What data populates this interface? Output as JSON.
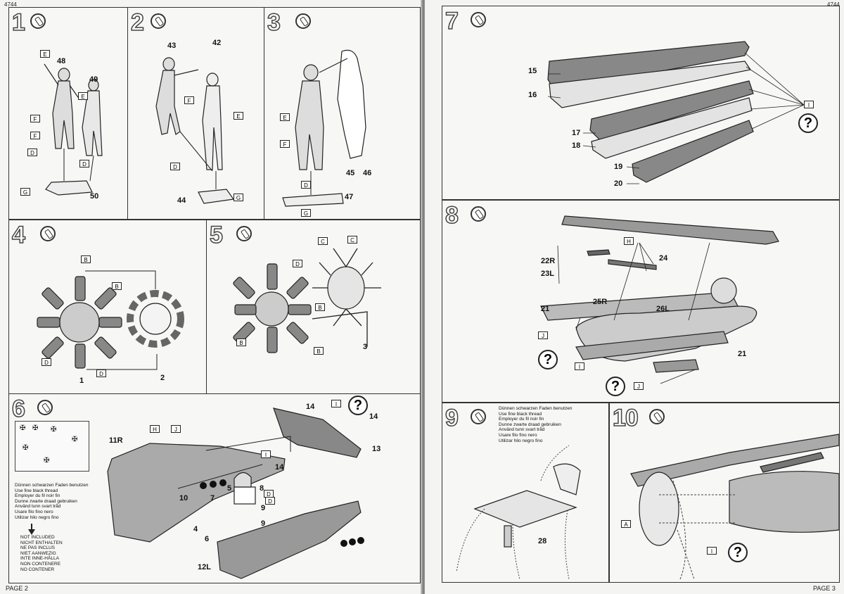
{
  "pages": {
    "left": {
      "header": "4744",
      "footer": "PAGE 2"
    },
    "right": {
      "header": "4744",
      "footer": "PAGE 3"
    }
  },
  "steps": [
    {
      "num": "1",
      "parts": [
        "48",
        "49",
        "50"
      ],
      "tags": [
        "E",
        "E",
        "F",
        "F",
        "D",
        "D",
        "G"
      ]
    },
    {
      "num": "2",
      "parts": [
        "43",
        "42",
        "44"
      ],
      "tags": [
        "E",
        "F",
        "D",
        "G"
      ]
    },
    {
      "num": "3",
      "parts": [
        "45",
        "46",
        "47"
      ],
      "tags": [
        "E",
        "F",
        "D",
        "G"
      ]
    },
    {
      "num": "4",
      "parts": [
        "1",
        "2"
      ],
      "tags": [
        "B",
        "B",
        "D",
        "D"
      ]
    },
    {
      "num": "5",
      "parts": [
        "3"
      ],
      "tags": [
        "C",
        "C",
        "D",
        "B",
        "B",
        "B"
      ]
    },
    {
      "num": "6",
      "parts": [
        "11R",
        "12L",
        "13",
        "14",
        "14",
        "14",
        "10",
        "7",
        "4",
        "5",
        "6",
        "8",
        "9",
        "9"
      ],
      "tags": [
        "H",
        "J",
        "I",
        "I",
        "D",
        "D"
      ]
    },
    {
      "num": "7",
      "parts": [
        "15",
        "16",
        "17",
        "18",
        "19",
        "20"
      ],
      "tags": [
        "I"
      ]
    },
    {
      "num": "8",
      "parts": [
        "22R",
        "23L",
        "24",
        "21",
        "25R",
        "26L",
        "21"
      ],
      "tags": [
        "H",
        "J",
        "I",
        "J"
      ]
    },
    {
      "num": "9",
      "parts": [
        "28"
      ],
      "tags": []
    },
    {
      "num": "10",
      "parts": [],
      "tags": [
        "A",
        "I"
      ]
    }
  ],
  "thread_note": [
    "Dünnen schwarzen Faden benutzen",
    "Use fine black thread",
    "Employer du fil noir fin",
    "Dunne zwarte draad gebruiken",
    "Använd tunn svart tråd",
    "Usare filo fino nero",
    "Utilizar hilo negro fino"
  ],
  "not_included": [
    "NOT INCLUDED",
    "NICHT ENTHALTEN",
    "NE PAS INCLUS",
    "NIET AANWEZIG",
    "INTE INNE-HÅLLA",
    "NON CONTENERE",
    "NO CONTENER"
  ],
  "decal_labels": [
    "✠",
    "✠",
    "✠",
    "✠",
    "✠",
    "✠"
  ],
  "help_symbol": "?"
}
